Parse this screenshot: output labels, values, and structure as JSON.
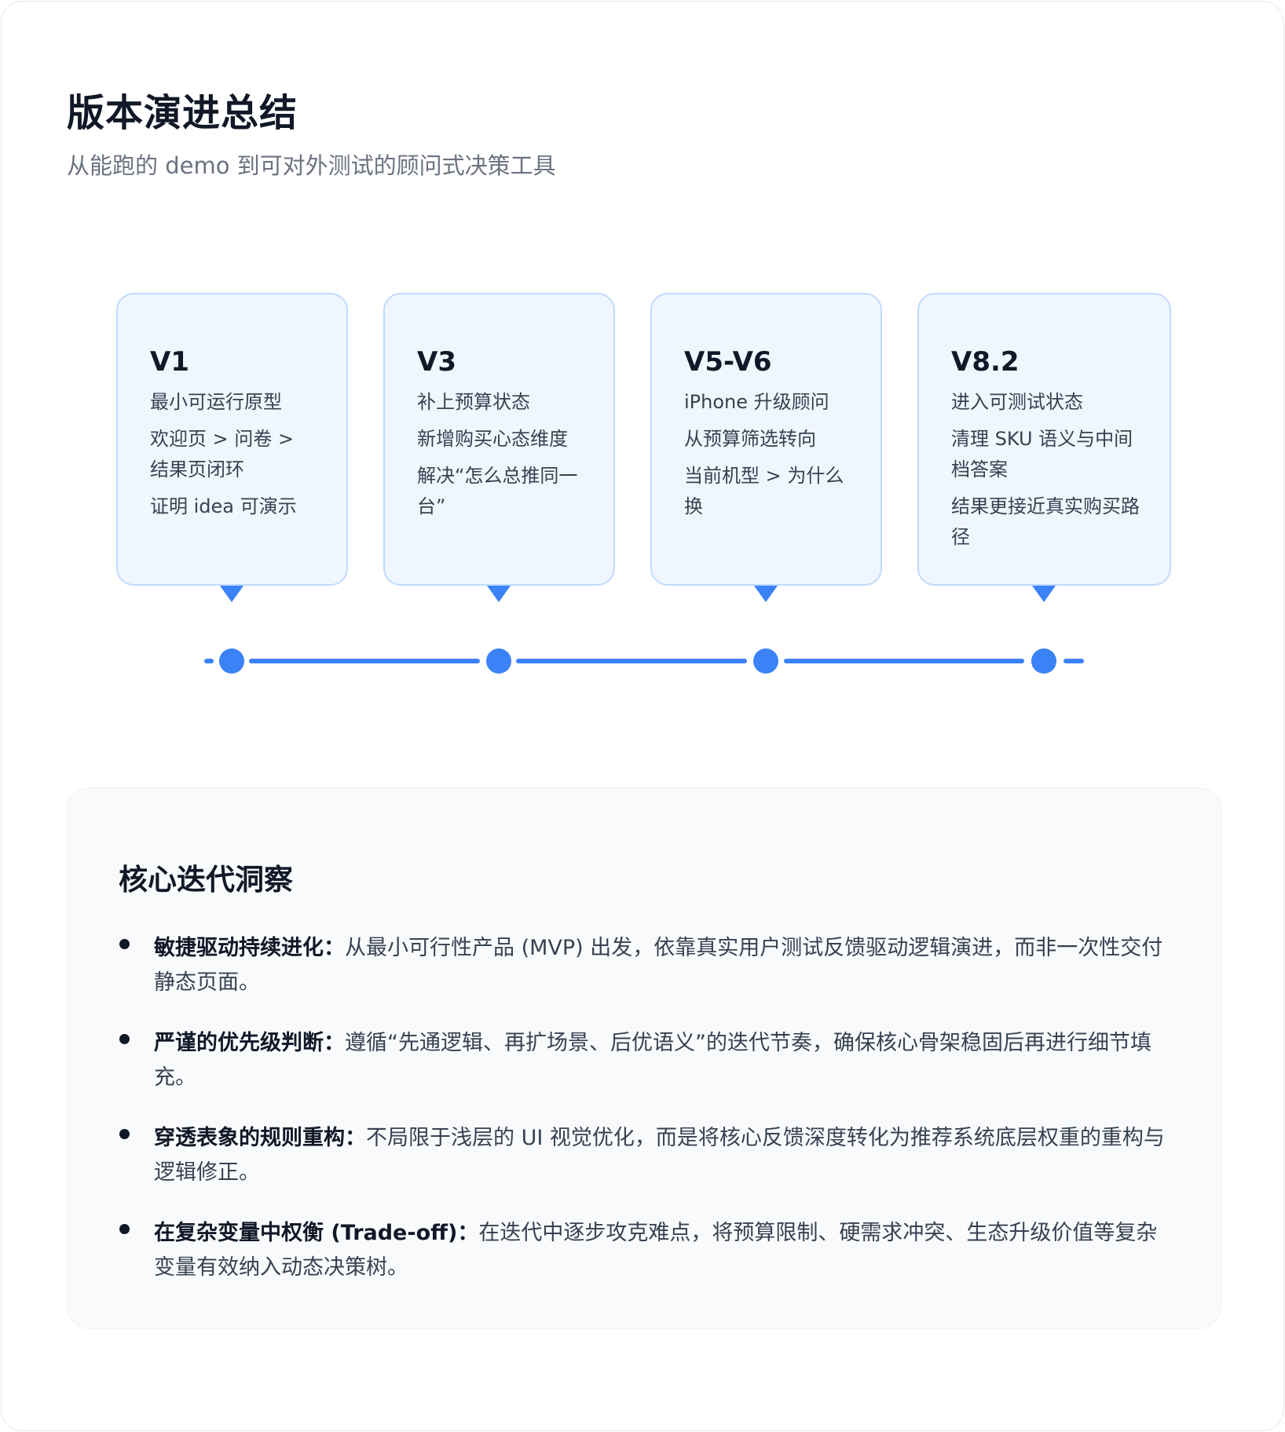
{
  "header": {
    "title": "版本演进总结",
    "subtitle": "从能跑的 demo 到可对外测试的顾问式决策工具"
  },
  "timeline": {
    "versions": [
      {
        "label": "V1",
        "lines": [
          "最小可运行原型",
          "欢迎页 > 问卷 > 结果页闭环",
          "证明 idea 可演示"
        ]
      },
      {
        "label": "V3",
        "lines": [
          "补上预算状态",
          "新增购买心态维度",
          "解决“怎么总推同一台”"
        ]
      },
      {
        "label": "V5-V6",
        "lines": [
          "iPhone 升级顾问",
          "从预算筛选转向",
          "当前机型 > 为什么换"
        ]
      },
      {
        "label": "V8.2",
        "lines": [
          "进入可测试状态",
          "清理 SKU 语义与中间档答案",
          "结果更接近真实购买路径"
        ]
      }
    ]
  },
  "insights": {
    "title": "核心迭代洞察",
    "items": [
      {
        "term": "敏捷驱动持续进化",
        "sep": "：",
        "text": "从最小可行性产品 (MVP) 出发，依靠真实用户测试反馈驱动逻辑演进，而非一次性交付静态页面。"
      },
      {
        "term": "严谨的优先级判断",
        "sep": "：",
        "text": "遵循“先通逻辑、再扩场景、后优语义”的迭代节奏，确保核心骨架稳固后再进行细节填充。"
      },
      {
        "term": "穿透表象的规则重构",
        "sep": "：",
        "text": "不局限于浅层的 UI 视觉优化，而是将核心反馈深度转化为推荐系统底层权重的重构与逻辑修正。"
      },
      {
        "term": "在复杂变量中权衡 (Trade-off)",
        "sep": "：",
        "text": "在迭代中逐步攻克难点，将预算限制、硬需求冲突、生态升级价值等复杂变量有效纳入动态决策树。"
      }
    ]
  },
  "colors": {
    "accent": "#3b82f6",
    "card_bg": "#eff6ff",
    "card_border": "#bfdbfe",
    "panel_bg": "#f8fafc"
  }
}
